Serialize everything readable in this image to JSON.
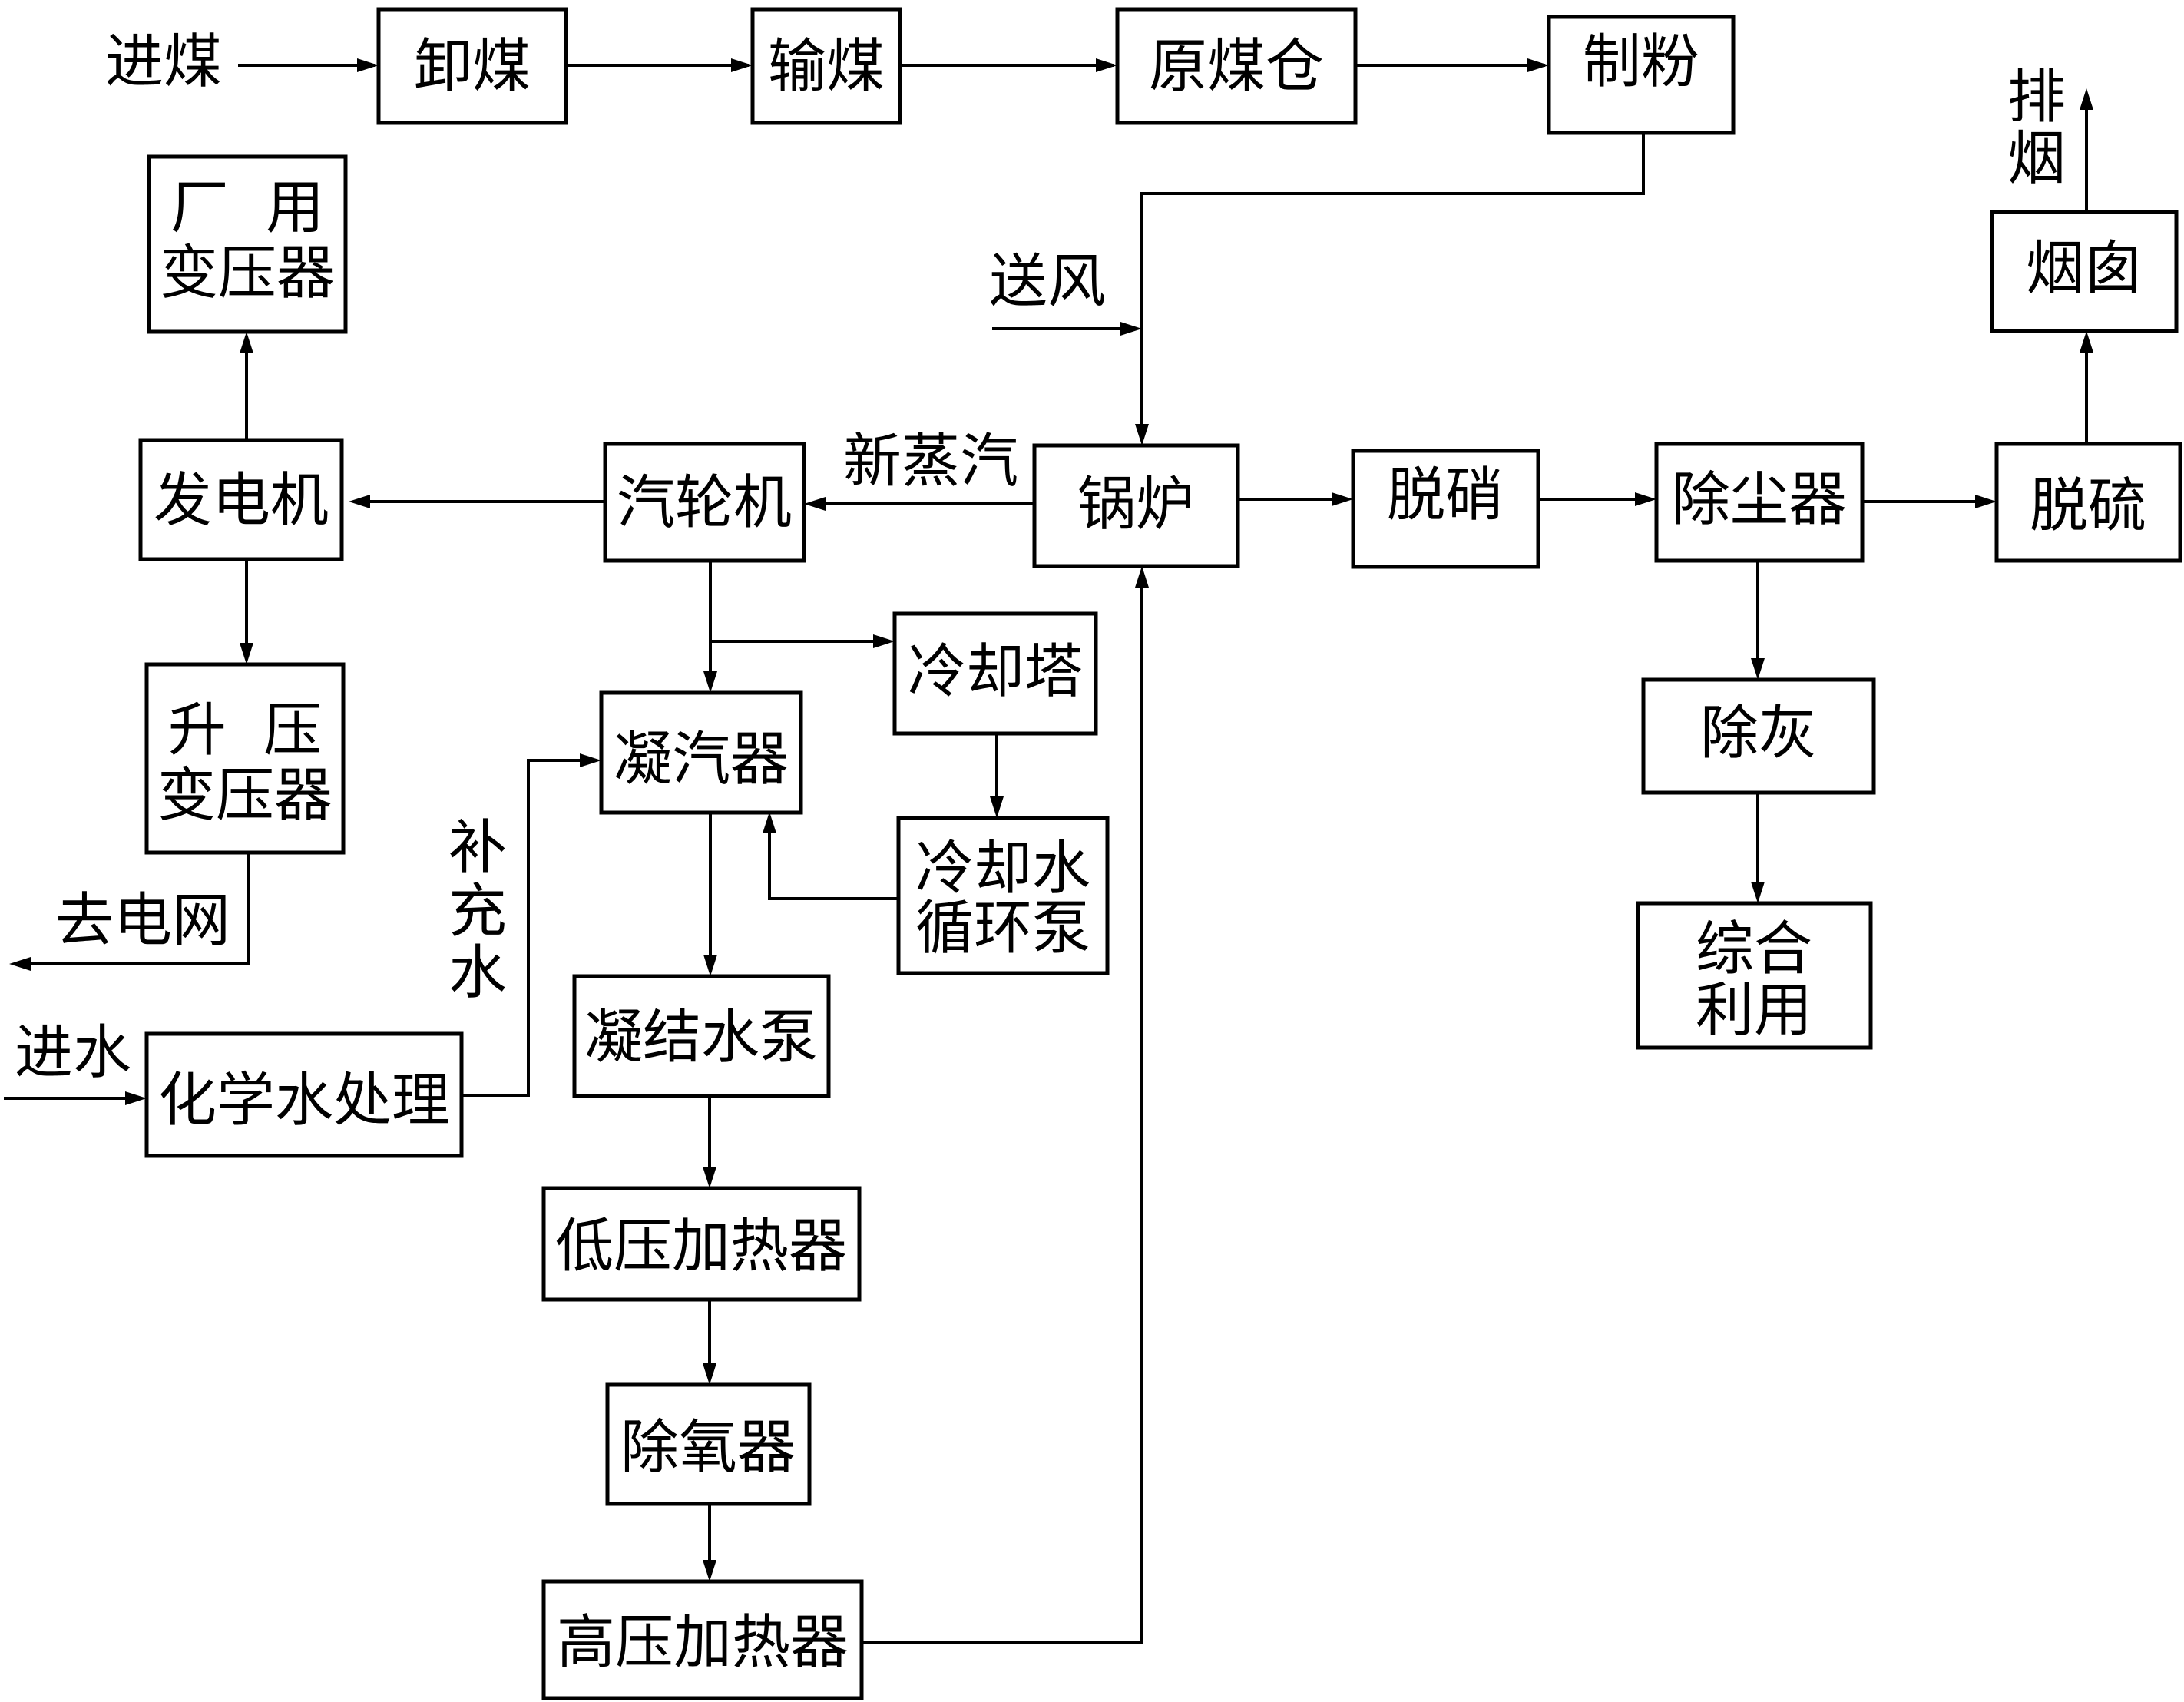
{
  "nodes": {
    "xiemei": "卸煤",
    "shumei": "输煤",
    "yuanmeicang": "原煤仓",
    "zhifen": "制粉",
    "guolu": "锅炉",
    "qilunji": "汽轮机",
    "fadianji": "发电机",
    "changyong": [
      "厂  用",
      "变压器"
    ],
    "shengya": [
      "升  压",
      "变压器"
    ],
    "ningqiqi": "凝汽器",
    "lengqueta": "冷却塔",
    "lengqueshuibeng": [
      "冷却水",
      "循环泵"
    ],
    "ningjieshuibeng": "凝结水泵",
    "diya": "低压加热器",
    "chuyangqi": "除氧器",
    "gaoya": "高压加热器",
    "huaxueshui": "化学水处理",
    "tuoxiao": "脱硝",
    "chuchenqi": "除尘器",
    "tuoliu": "脱硫",
    "yancong": "烟囱",
    "chuhui": "除灰",
    "zonghe": [
      "综合",
      "利用"
    ]
  },
  "labels": {
    "jinmei": "进煤",
    "songfeng": "送风",
    "xinzhengqi": "新蒸汽",
    "paiyan": [
      "排",
      "烟"
    ],
    "quidianwang": "去电网",
    "buchongshui": [
      "补",
      "充",
      "水"
    ],
    "jinshui": "进水"
  }
}
